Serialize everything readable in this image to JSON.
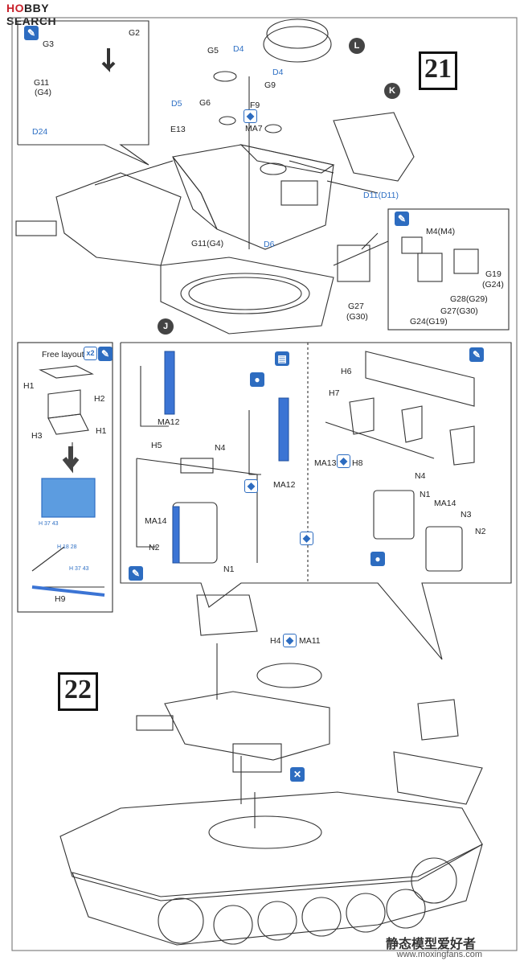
{
  "header": {
    "brand_prefix": "H",
    "brand_rest": "BBY SEARCH"
  },
  "steps": {
    "step21": "21",
    "step22": "22"
  },
  "callouts": {
    "L": "L",
    "K": "K",
    "J": "J"
  },
  "step21": {
    "inset_top": [
      "G2",
      "G3",
      "G11",
      "(G4)",
      "D24"
    ],
    "turret": [
      "G5",
      "D4",
      "D4",
      "D5",
      "G6",
      "G9",
      "F9",
      "MA7",
      "E13",
      "D11(D11)",
      "G11(G4)",
      "D6",
      "G27",
      "(G30)"
    ],
    "inset_right": [
      "M4(M4)",
      "G19",
      "(G24)",
      "G28(G29)",
      "G27(G30)",
      "G24(G19)"
    ]
  },
  "step22": {
    "free_layout": "Free layout",
    "x2": "x2",
    "box_parts": [
      "H1",
      "H2",
      "H1",
      "H3"
    ],
    "color_codes": [
      "H 37 43",
      "H 18 28",
      "H 37 43"
    ],
    "pick": "H9",
    "center": [
      "MA12",
      "H5",
      "N4",
      "MA12",
      "MA14",
      "N2",
      "N1"
    ],
    "right": [
      "H6",
      "H7",
      "MA13",
      "H8",
      "N4",
      "N1",
      "MA14",
      "N3",
      "N2"
    ],
    "bottom": [
      "H4",
      "MA11"
    ]
  },
  "watermark": {
    "cn": "静态模型爱好者",
    "url": "www.moxingfans.com"
  },
  "colors": {
    "accent_blue": "#2e6fc4",
    "part_blue": "#3b74d4",
    "box_blue": "#5c9ce0"
  }
}
